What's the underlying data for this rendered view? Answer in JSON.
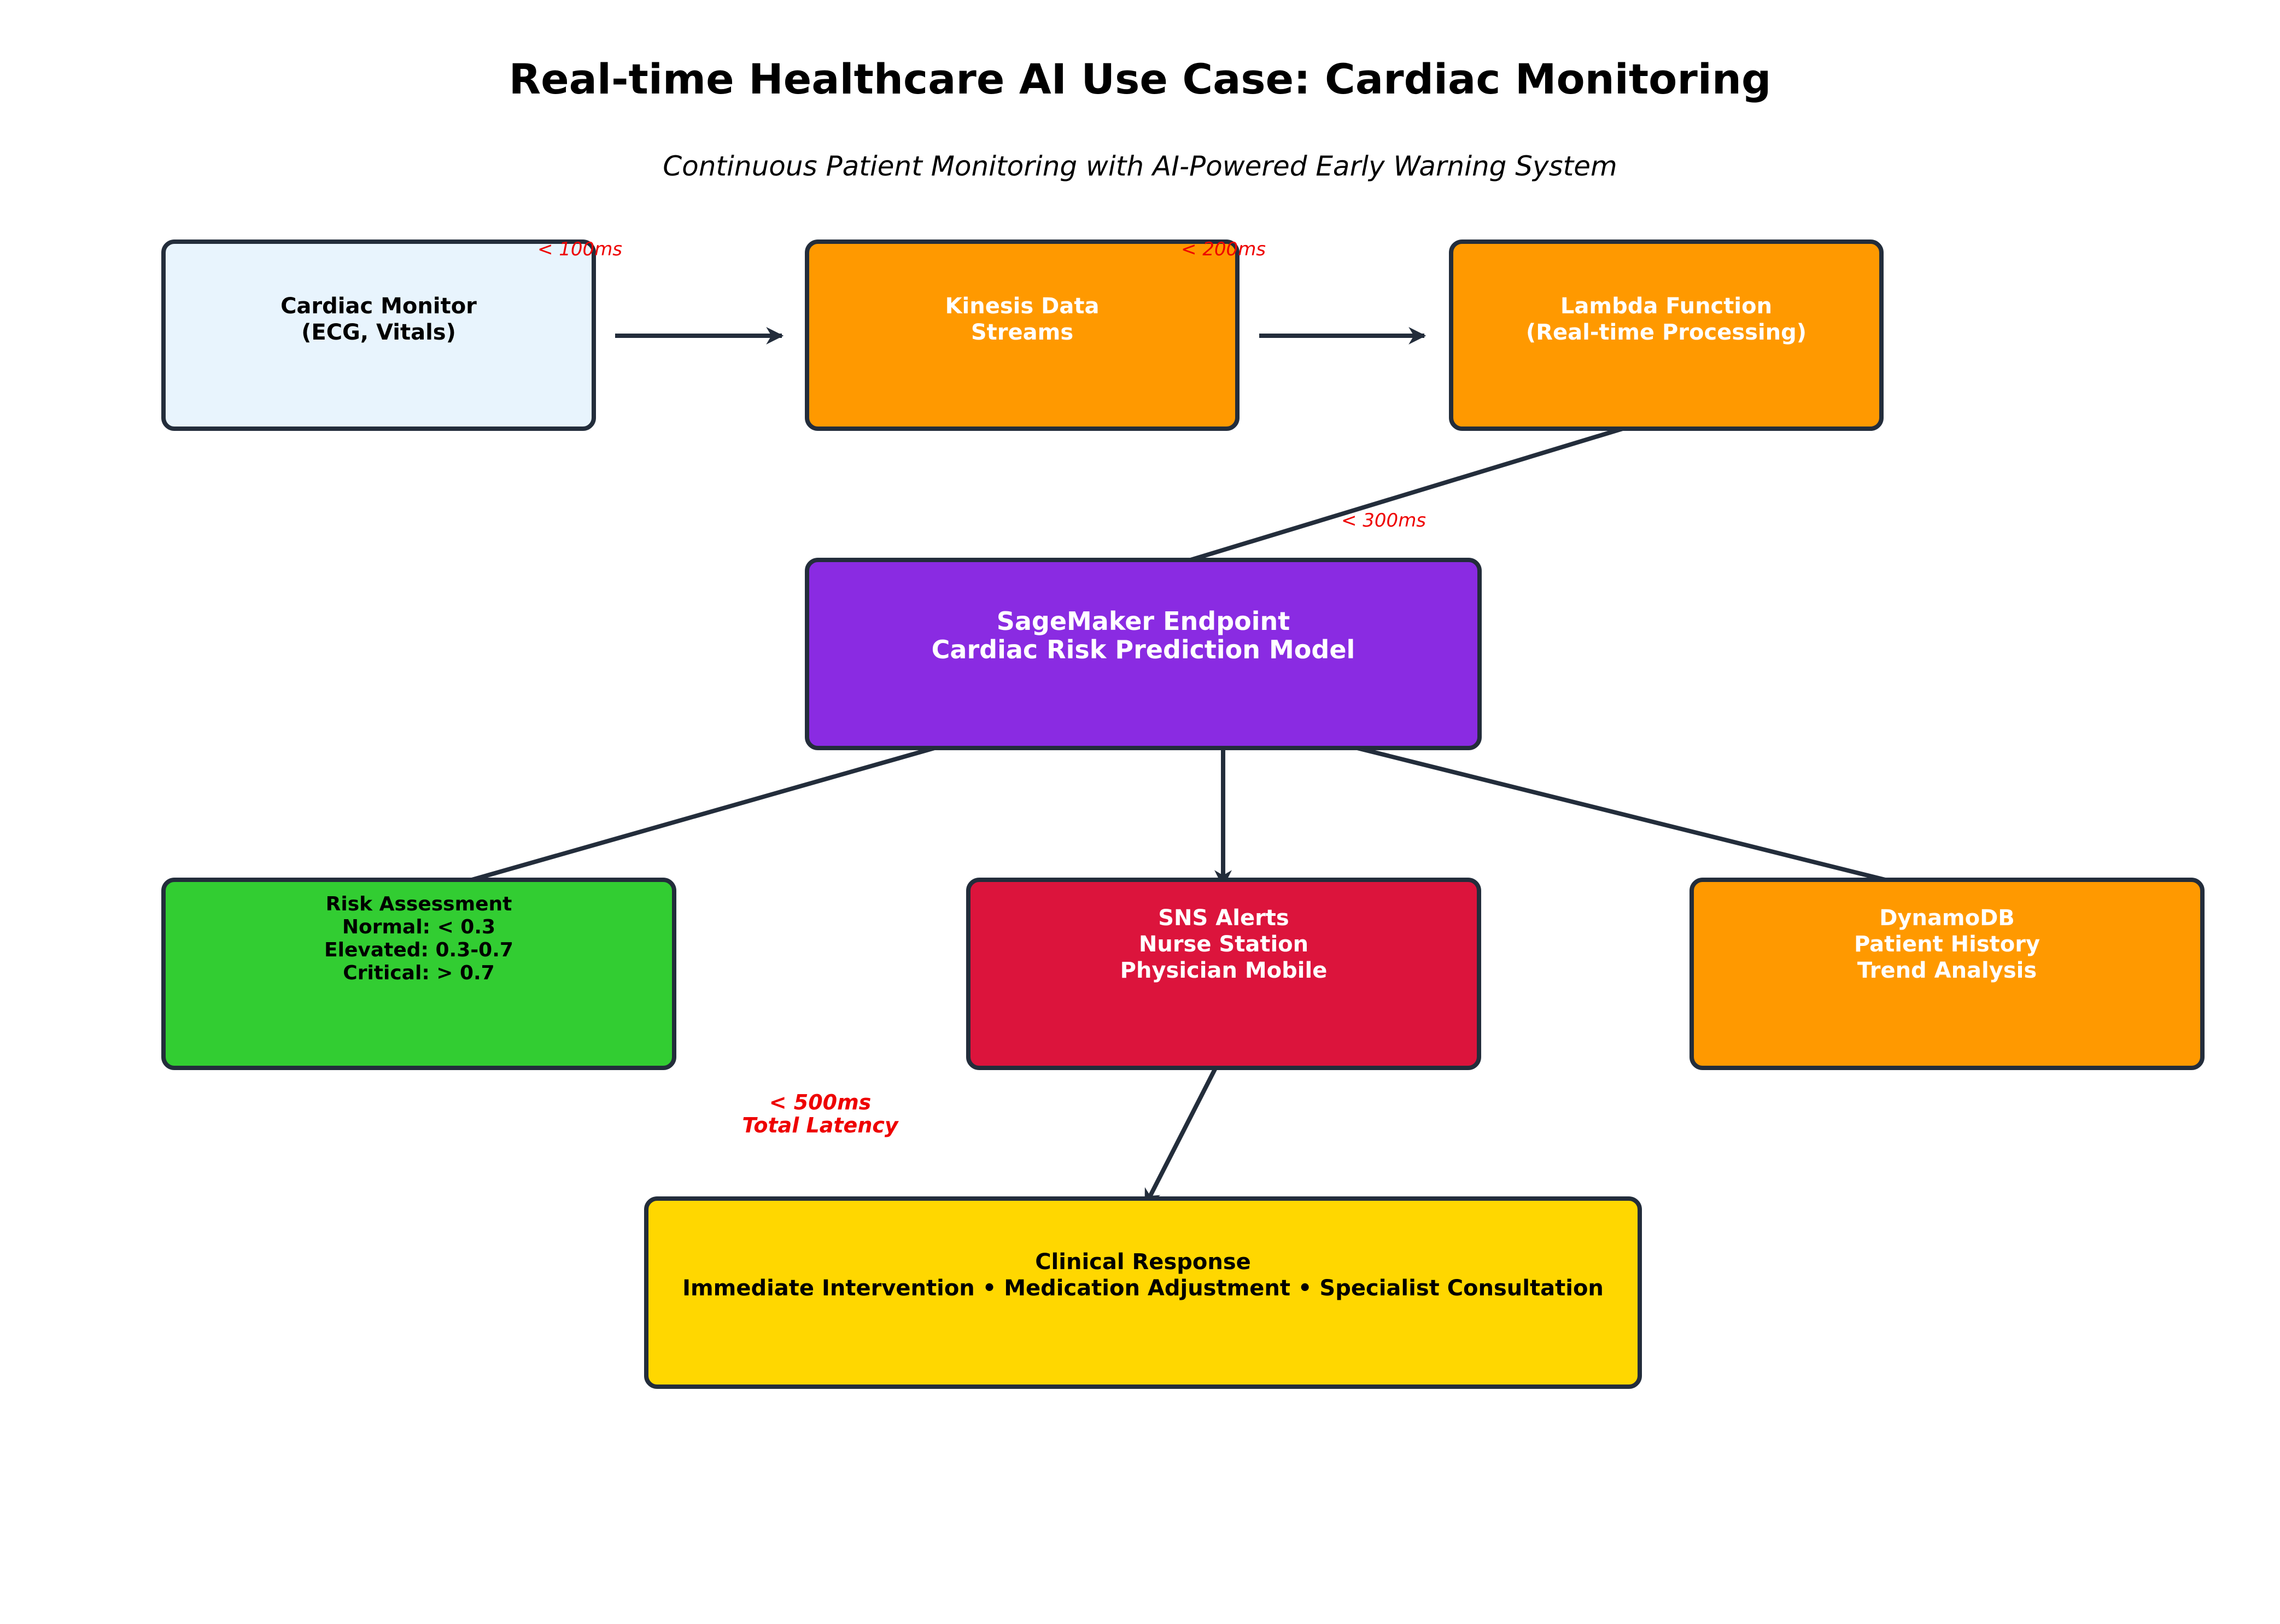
{
  "title": "Real-time Healthcare AI Use Case: Cardiac Monitoring",
  "subtitle": "Continuous Patient Monitoring with AI-Powered Early Warning System",
  "nodes": {
    "cardiac_monitor": {
      "lines": [
        "Cardiac Monitor",
        "(ECG, Vitals)"
      ],
      "fill": "#e8f4fd",
      "text_color": "#000000"
    },
    "kinesis": {
      "lines": [
        "Kinesis Data",
        "Streams"
      ],
      "fill": "#ff9900",
      "text_color": "#ffffff"
    },
    "lambda": {
      "lines": [
        "Lambda Function",
        "(Real-time Processing)"
      ],
      "fill": "#ff9900",
      "text_color": "#ffffff"
    },
    "sagemaker": {
      "lines": [
        "SageMaker Endpoint",
        "Cardiac Risk Prediction Model"
      ],
      "fill": "#8a2be2",
      "text_color": "#ffffff"
    },
    "risk": {
      "lines": [
        "Risk Assessment",
        "Normal: < 0.3",
        "Elevated: 0.3-0.7",
        "Critical: > 0.7"
      ],
      "fill": "#32cd32",
      "text_color": "#000000"
    },
    "sns": {
      "lines": [
        "SNS Alerts",
        "Nurse Station",
        "Physician Mobile"
      ],
      "fill": "#dc143c",
      "text_color": "#ffffff"
    },
    "dynamodb": {
      "lines": [
        "DynamoDB",
        "Patient History",
        "Trend Analysis"
      ],
      "fill": "#ff9900",
      "text_color": "#ffffff"
    },
    "clinical": {
      "lines": [
        "Clinical Response",
        "Immediate Intervention • Medication Adjustment • Specialist Consultation"
      ],
      "fill": "#ffd700",
      "text_color": "#000000"
    }
  },
  "latencies": {
    "l100": "< 100ms",
    "l200": "< 200ms",
    "l300": "< 300ms",
    "total": [
      "< 500ms",
      "Total Latency"
    ]
  },
  "colors": {
    "arrow": "#232d3b",
    "border": "#232d3b",
    "latency": "#ee0000"
  }
}
